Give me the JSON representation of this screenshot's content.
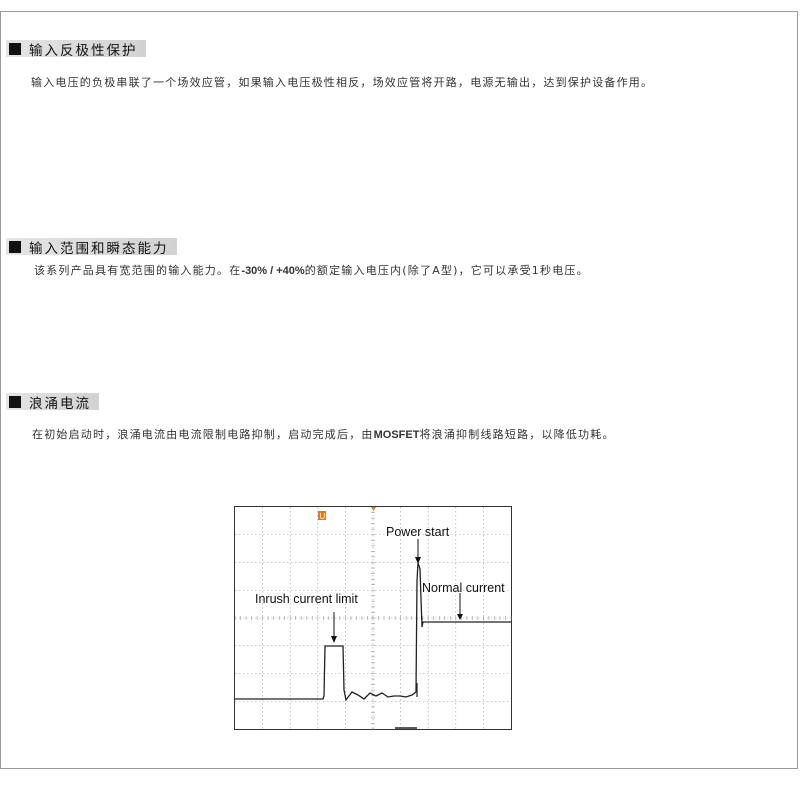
{
  "sections": [
    {
      "title": "输入反极性保护",
      "text": "输入电压的负极串联了一个场效应管，如果输入电压极性相反，场效应管将开路，电源无输出，达到保护设备作用。"
    },
    {
      "title": "输入范围和瞬态能力",
      "text_before": "该系列产品具有宽范围的输入能力。在",
      "text_highlight": "-30% / +40%",
      "text_after": "的额定输入电压内(除了A型)，它可以承受1秒电压。"
    },
    {
      "title": "浪涌电流",
      "text_before": "在初始启动时，浪涌电流由电流限制电路抑制，启动完成后，由",
      "text_highlight": "MOSFET",
      "text_after": "将浪涌抑制线路短路，以降低功耗。"
    }
  ],
  "scope": {
    "labels": {
      "power_start": "Power start",
      "normal_current": "Normal  current",
      "inrush_limit": "Inrush current limit"
    },
    "trigger_marker": "U",
    "colors": {
      "trace": "#222222",
      "grid": "#9a9a9a",
      "marker": "#e07a1f"
    }
  }
}
